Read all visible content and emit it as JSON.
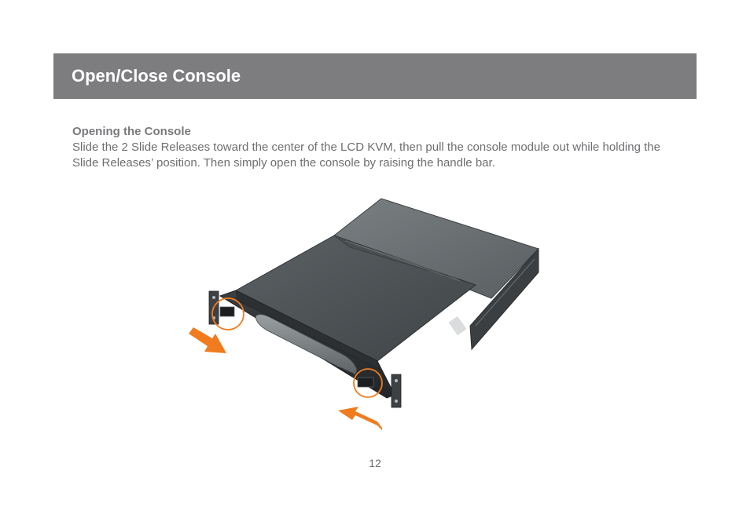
{
  "header": {
    "title": "Open/Close Console",
    "background_color": "#7d7d80"
  },
  "section": {
    "heading": "Opening the Console",
    "body": "Slide the 2 Slide Releases toward the center of the LCD KVM, then pull the console module out while holding the Slide Releases’ position. Then simply open the console by raising the handle bar."
  },
  "illustration": {
    "subject": "rack-mount LCD KVM console drawer",
    "highlight_color": "#f07c1f",
    "arrows": [
      "left-slide-release-arrow-icon",
      "right-slide-release-arrow-icon"
    ],
    "callouts": [
      "left-slide-release-circle",
      "right-slide-release-circle"
    ]
  },
  "footer": {
    "page_number": "12"
  }
}
